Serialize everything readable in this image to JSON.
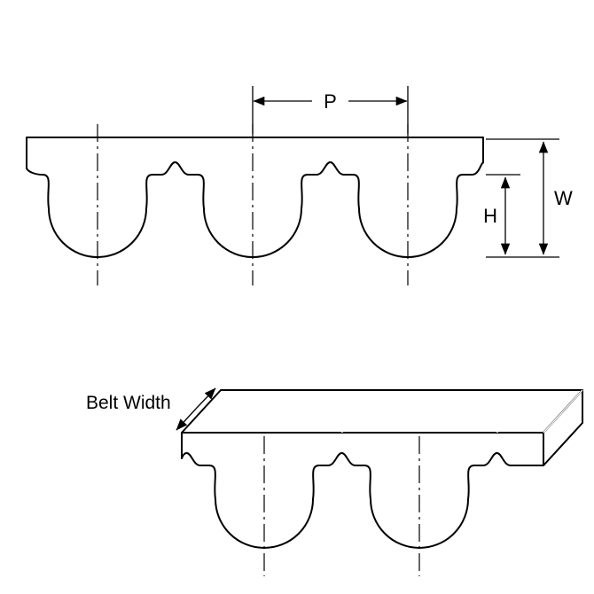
{
  "diagram": {
    "labels": {
      "pitch": "P",
      "overall_depth": "W",
      "tooth_height": "H",
      "belt_width": "Belt Width"
    },
    "colors": {
      "line": "#000000",
      "belt_fill": "#ffffff",
      "top_face_fill": "#000000"
    }
  }
}
